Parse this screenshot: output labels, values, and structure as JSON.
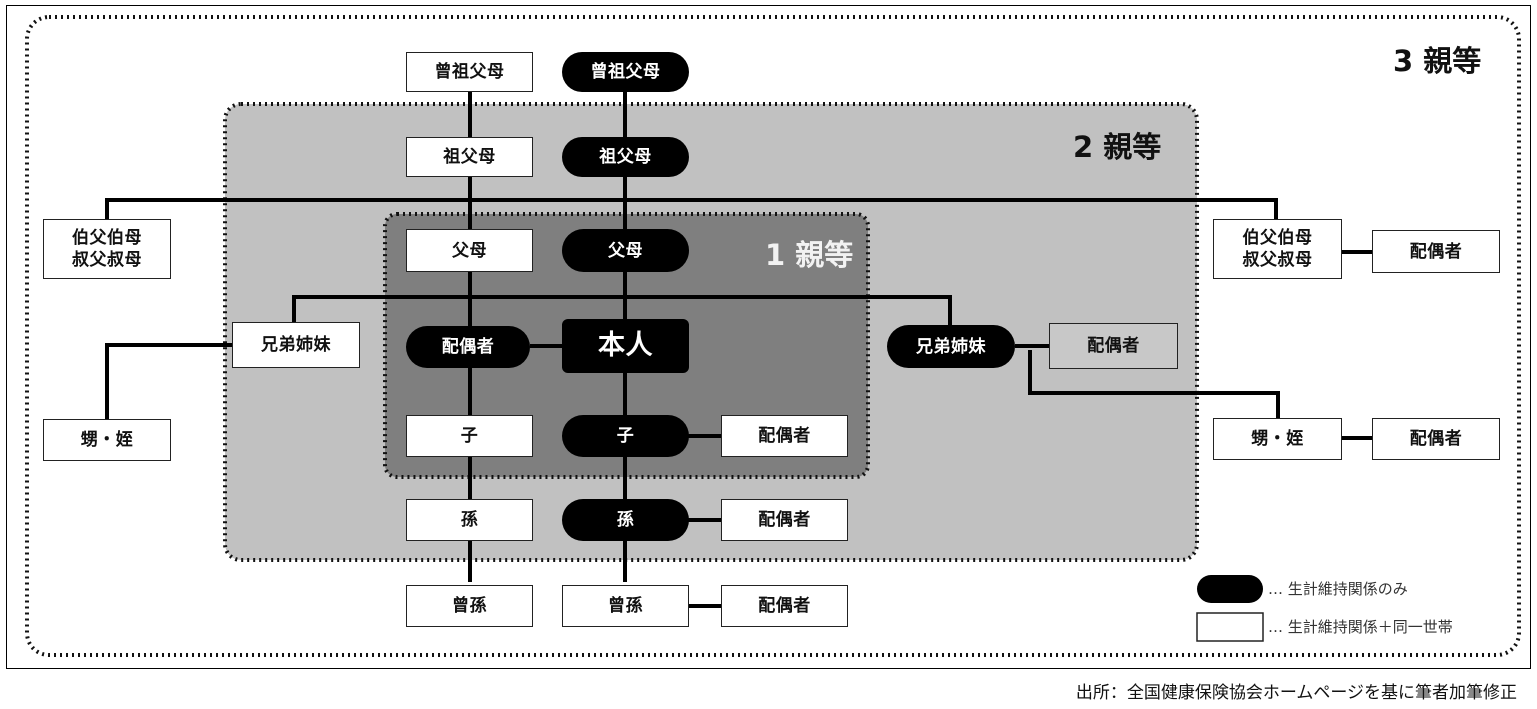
{
  "levels": {
    "third": "3 親等",
    "second": "2 親等",
    "first": "1 親等"
  },
  "center": {
    "self": "本人",
    "spouse": "配偶者",
    "parents_black": "父母",
    "parents_white": "父母",
    "grandparents_black": "祖父母",
    "grandparents_white": "祖父母",
    "great_grandparents_black": "曾祖父母",
    "great_grandparents_white": "曾祖父母",
    "child_black": "子",
    "child_white": "子",
    "child_spouse": "配偶者",
    "grandchild_black": "孫",
    "grandchild_white": "孫",
    "grandchild_spouse": "配偶者",
    "great_grandchild_black": "曾孫",
    "great_grandchild_white": "曾孫",
    "great_grandchild_spouse": "配偶者"
  },
  "left": {
    "uncle_aunt_line1": "伯父伯母",
    "uncle_aunt_line2": "叔父叔母",
    "siblings": "兄弟姉妹",
    "nephew_niece": "甥・姪"
  },
  "right": {
    "uncle_aunt_line1": "伯父伯母",
    "uncle_aunt_line2": "叔父叔母",
    "uncle_aunt_spouse": "配偶者",
    "siblings": "兄弟姉妹",
    "siblings_spouse": "配偶者",
    "nephew_niece": "甥・姪",
    "nephew_niece_spouse": "配偶者"
  },
  "legend": {
    "black_label": "… 生計維持関係のみ",
    "white_label": "… 生計維持関係＋同一世帯"
  },
  "source": "出所：全国健康保険協会ホームページを基に筆者加筆修正"
}
